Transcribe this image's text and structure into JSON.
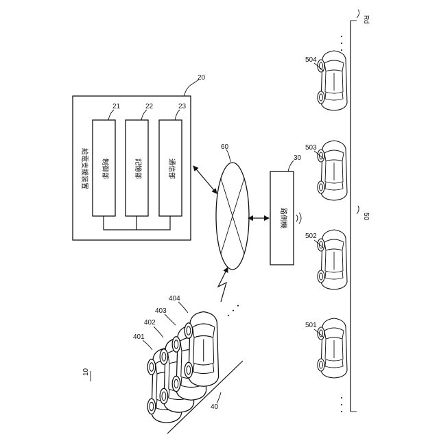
{
  "system": {
    "ref": "10"
  },
  "apparatus": {
    "ref": "20",
    "title": "給電支援装置",
    "units": [
      {
        "ref": "21",
        "label": "制御部"
      },
      {
        "ref": "22",
        "label": "記憶部"
      },
      {
        "ref": "23",
        "label": "通信部"
      }
    ]
  },
  "network": {
    "ref": "60"
  },
  "roadside": {
    "ref": "30",
    "label": "路側機"
  },
  "parking": {
    "ref": "40",
    "vehicles": [
      "401",
      "402",
      "403",
      "404"
    ]
  },
  "road": {
    "label": "Rd",
    "ref": "50",
    "vehicles": [
      "501",
      "502",
      "503",
      "504"
    ]
  },
  "ellipsis": "・・・"
}
